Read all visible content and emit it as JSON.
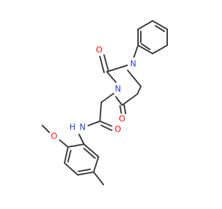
{
  "molecule": {
    "colors": {
      "bond": "#3a3a3a",
      "O": "#ff0d0d",
      "N": "#2f3fd4",
      "C": "#3a3a3a"
    },
    "atoms": [
      {
        "id": "o_top",
        "symbol": "O"
      },
      {
        "id": "n_phenyl",
        "symbol": "N"
      },
      {
        "id": "n_ring",
        "symbol": "N"
      },
      {
        "id": "o_ring",
        "symbol": "O"
      },
      {
        "id": "o_amide",
        "symbol": "O"
      },
      {
        "id": "n_amide",
        "symbol": "N"
      },
      {
        "id": "h_amide",
        "symbol": "H"
      },
      {
        "id": "o_methoxy",
        "symbol": "O"
      }
    ]
  }
}
